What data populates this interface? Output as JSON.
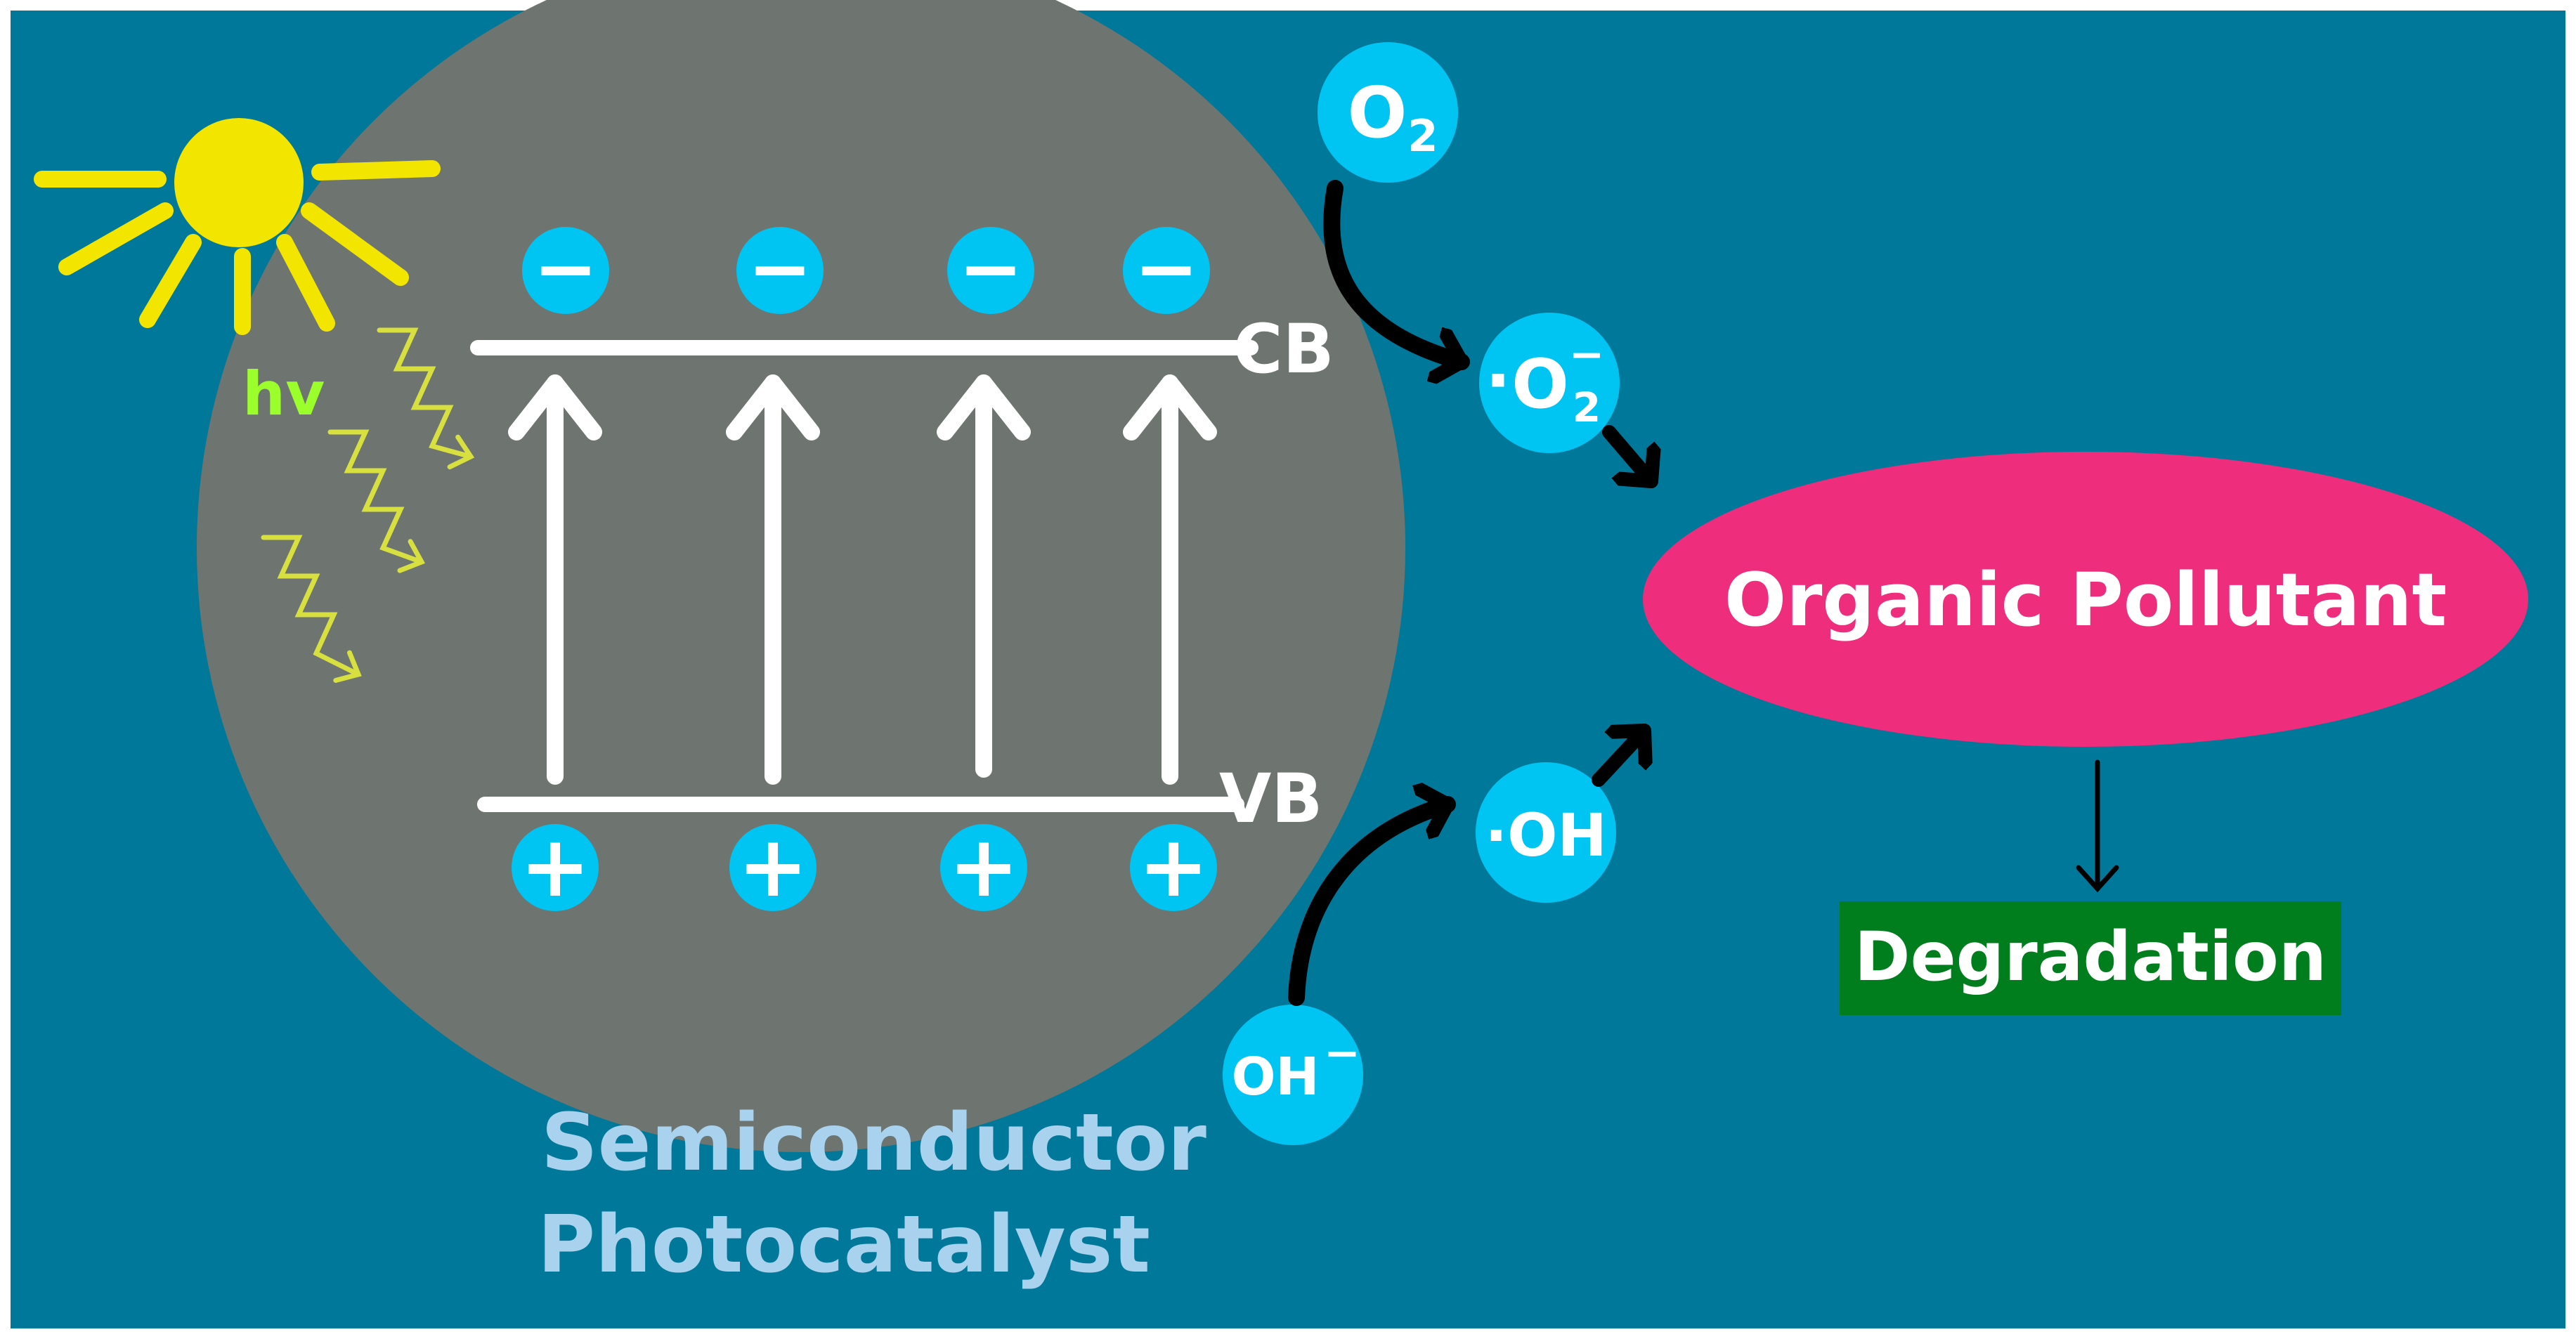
{
  "labels": {
    "hv": "hv",
    "cb": "CB",
    "vb": "VB",
    "caption_line1": "Semiconductor",
    "caption_line2": "Photocatalyst",
    "pollutant": "Organic Pollutant",
    "degradation": "Degradation"
  },
  "species": {
    "o2_main": "O",
    "o2_sub": "2",
    "superoxide_dot": "·",
    "superoxide_main": "O",
    "superoxide_sub": "2",
    "superoxide_sup": "−",
    "hydroxyl_radical": "·OH",
    "hydroxide_main": "OH",
    "hydroxide_sup": "−"
  },
  "charges": {
    "electron_sign": "−",
    "hole_sign": "+",
    "count": 4
  },
  "colors": {
    "background": "#00789a",
    "particle": "#6e7570",
    "species_circle": "#00c4f2",
    "sun": "#f2e600",
    "wave": "#d8e040",
    "hv_text": "#9aff2a",
    "pollutant": "#ee2d7d",
    "degradation_box": "#007e1e",
    "caption": "#a9d2ee",
    "arrow": "#000000"
  },
  "icons": [
    "sun-icon",
    "light-wave-icon",
    "electron-icon",
    "hole-icon",
    "excitation-arrow-icon",
    "reaction-arrow-icon"
  ]
}
